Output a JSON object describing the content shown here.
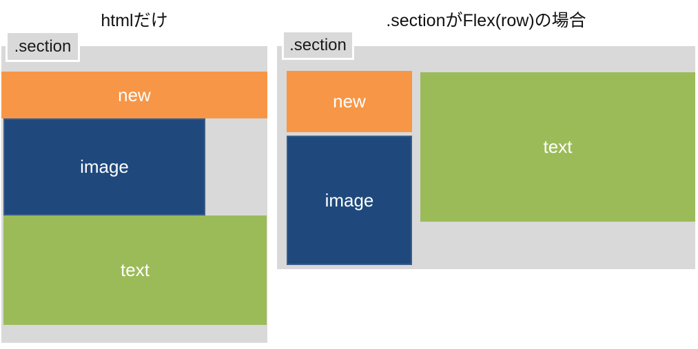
{
  "panels": [
    {
      "id": "left",
      "title": "htmlだけ",
      "section_label": ".section",
      "boxes": {
        "new": "new",
        "image": "image",
        "text": "text"
      }
    },
    {
      "id": "right",
      "title": ".sectionがFlex(row)の場合",
      "section_label": ".section",
      "boxes": {
        "new": "new",
        "image": "image",
        "text": "text"
      }
    }
  ],
  "colors": {
    "section_background": "#d9d9d9",
    "label_border": "#ffffff",
    "new_orange": "#f79646",
    "image_blue_fill": "#1f497d",
    "image_blue_border": "#385d8a",
    "text_green": "#9bbb59",
    "box_text_color": "#ffffff",
    "title_text_color": "#111111",
    "page_background": "#ffffff"
  }
}
